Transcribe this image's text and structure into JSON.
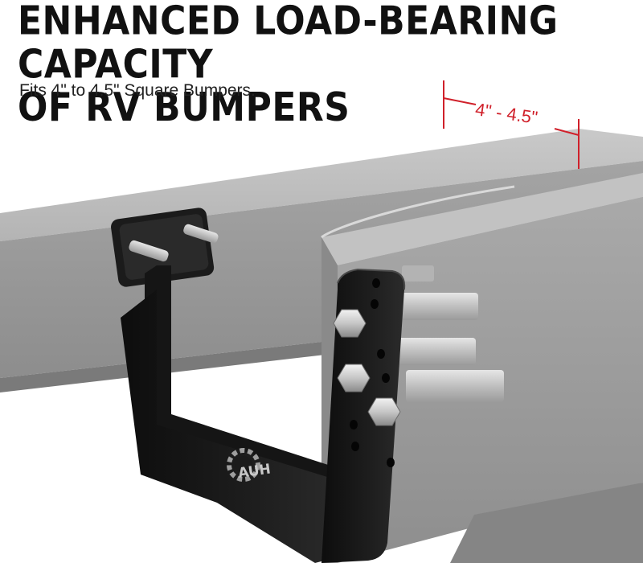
{
  "headline": {
    "line1": "ENHANCED LOAD-BEARING CAPACITY",
    "line2": "OF RV BUMPERS"
  },
  "subline": "Fits 4\" to 4.5\" Square Bumpers.",
  "dimension": {
    "label": "4\" - 4.5\""
  },
  "brand": {
    "logo_text": "AUH",
    "icon": "gear-icon"
  },
  "colors": {
    "accent": "#d0202a",
    "bumper": "#9a9a9a",
    "bracket": "#161616"
  }
}
